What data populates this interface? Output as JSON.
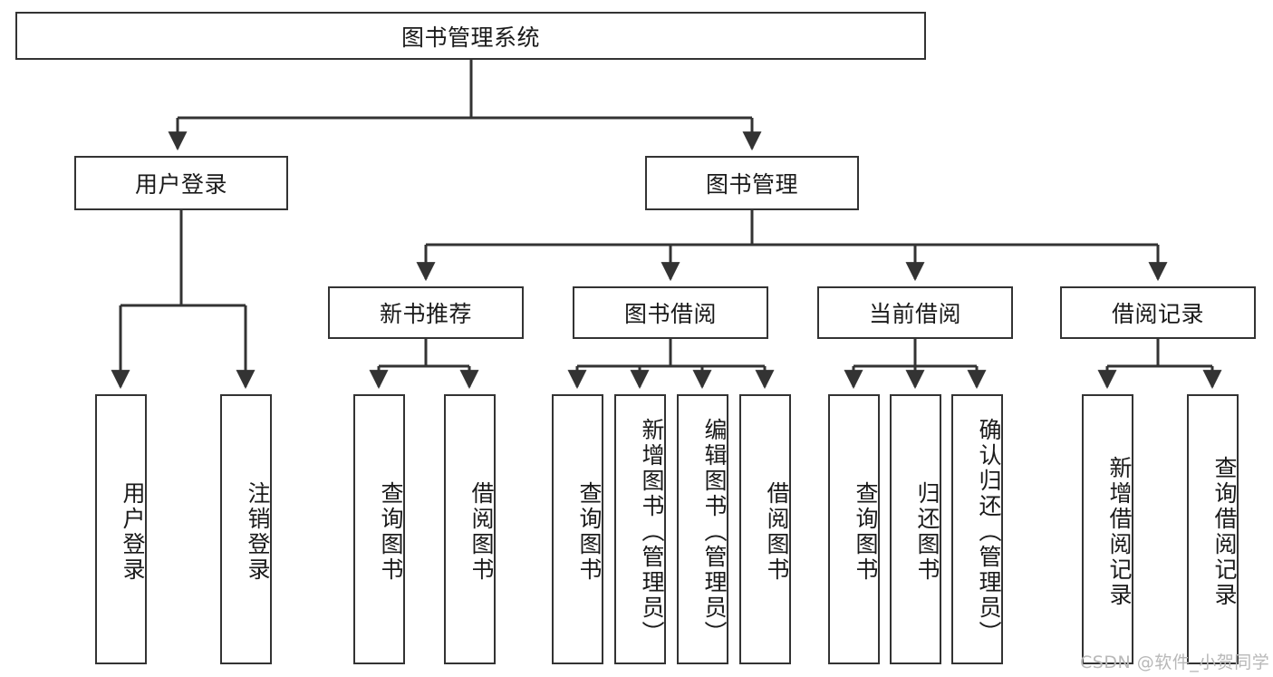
{
  "diagram": {
    "title": "图书管理系统",
    "type": "tree-hierarchy-diagram",
    "root": {
      "label": "图书管理系统"
    },
    "level2": [
      {
        "label": "用户登录"
      },
      {
        "label": "图书管理"
      }
    ],
    "level3": [
      {
        "label": "新书推荐",
        "parent": "图书管理"
      },
      {
        "label": "图书借阅",
        "parent": "图书管理"
      },
      {
        "label": "当前借阅",
        "parent": "图书管理"
      },
      {
        "label": "借阅记录",
        "parent": "图书管理"
      }
    ],
    "leaves": {
      "user_login": [
        {
          "label": "用户登录"
        },
        {
          "label": "注销登录"
        }
      ],
      "new_book": [
        {
          "label": "查询图书"
        },
        {
          "label": "借阅图书"
        }
      ],
      "borrow": [
        {
          "label": "查询图书"
        },
        {
          "label": "新增图书（管理员）"
        },
        {
          "label": "编辑图书（管理员）"
        },
        {
          "label": "借阅图书"
        }
      ],
      "current": [
        {
          "label": "查询图书"
        },
        {
          "label": "归还图书"
        },
        {
          "label": "确认归还（管理员）"
        }
      ],
      "records": [
        {
          "label": "新增借阅记录"
        },
        {
          "label": "查询借阅记录"
        }
      ]
    }
  },
  "watermark": {
    "text": "CSDN @软件_小贺同学"
  },
  "colors": {
    "stroke": "#333333",
    "box_fill": "#ffffff",
    "text": "#1a1a1a",
    "watermark": "#b8b8b8",
    "background": "#ffffff"
  }
}
